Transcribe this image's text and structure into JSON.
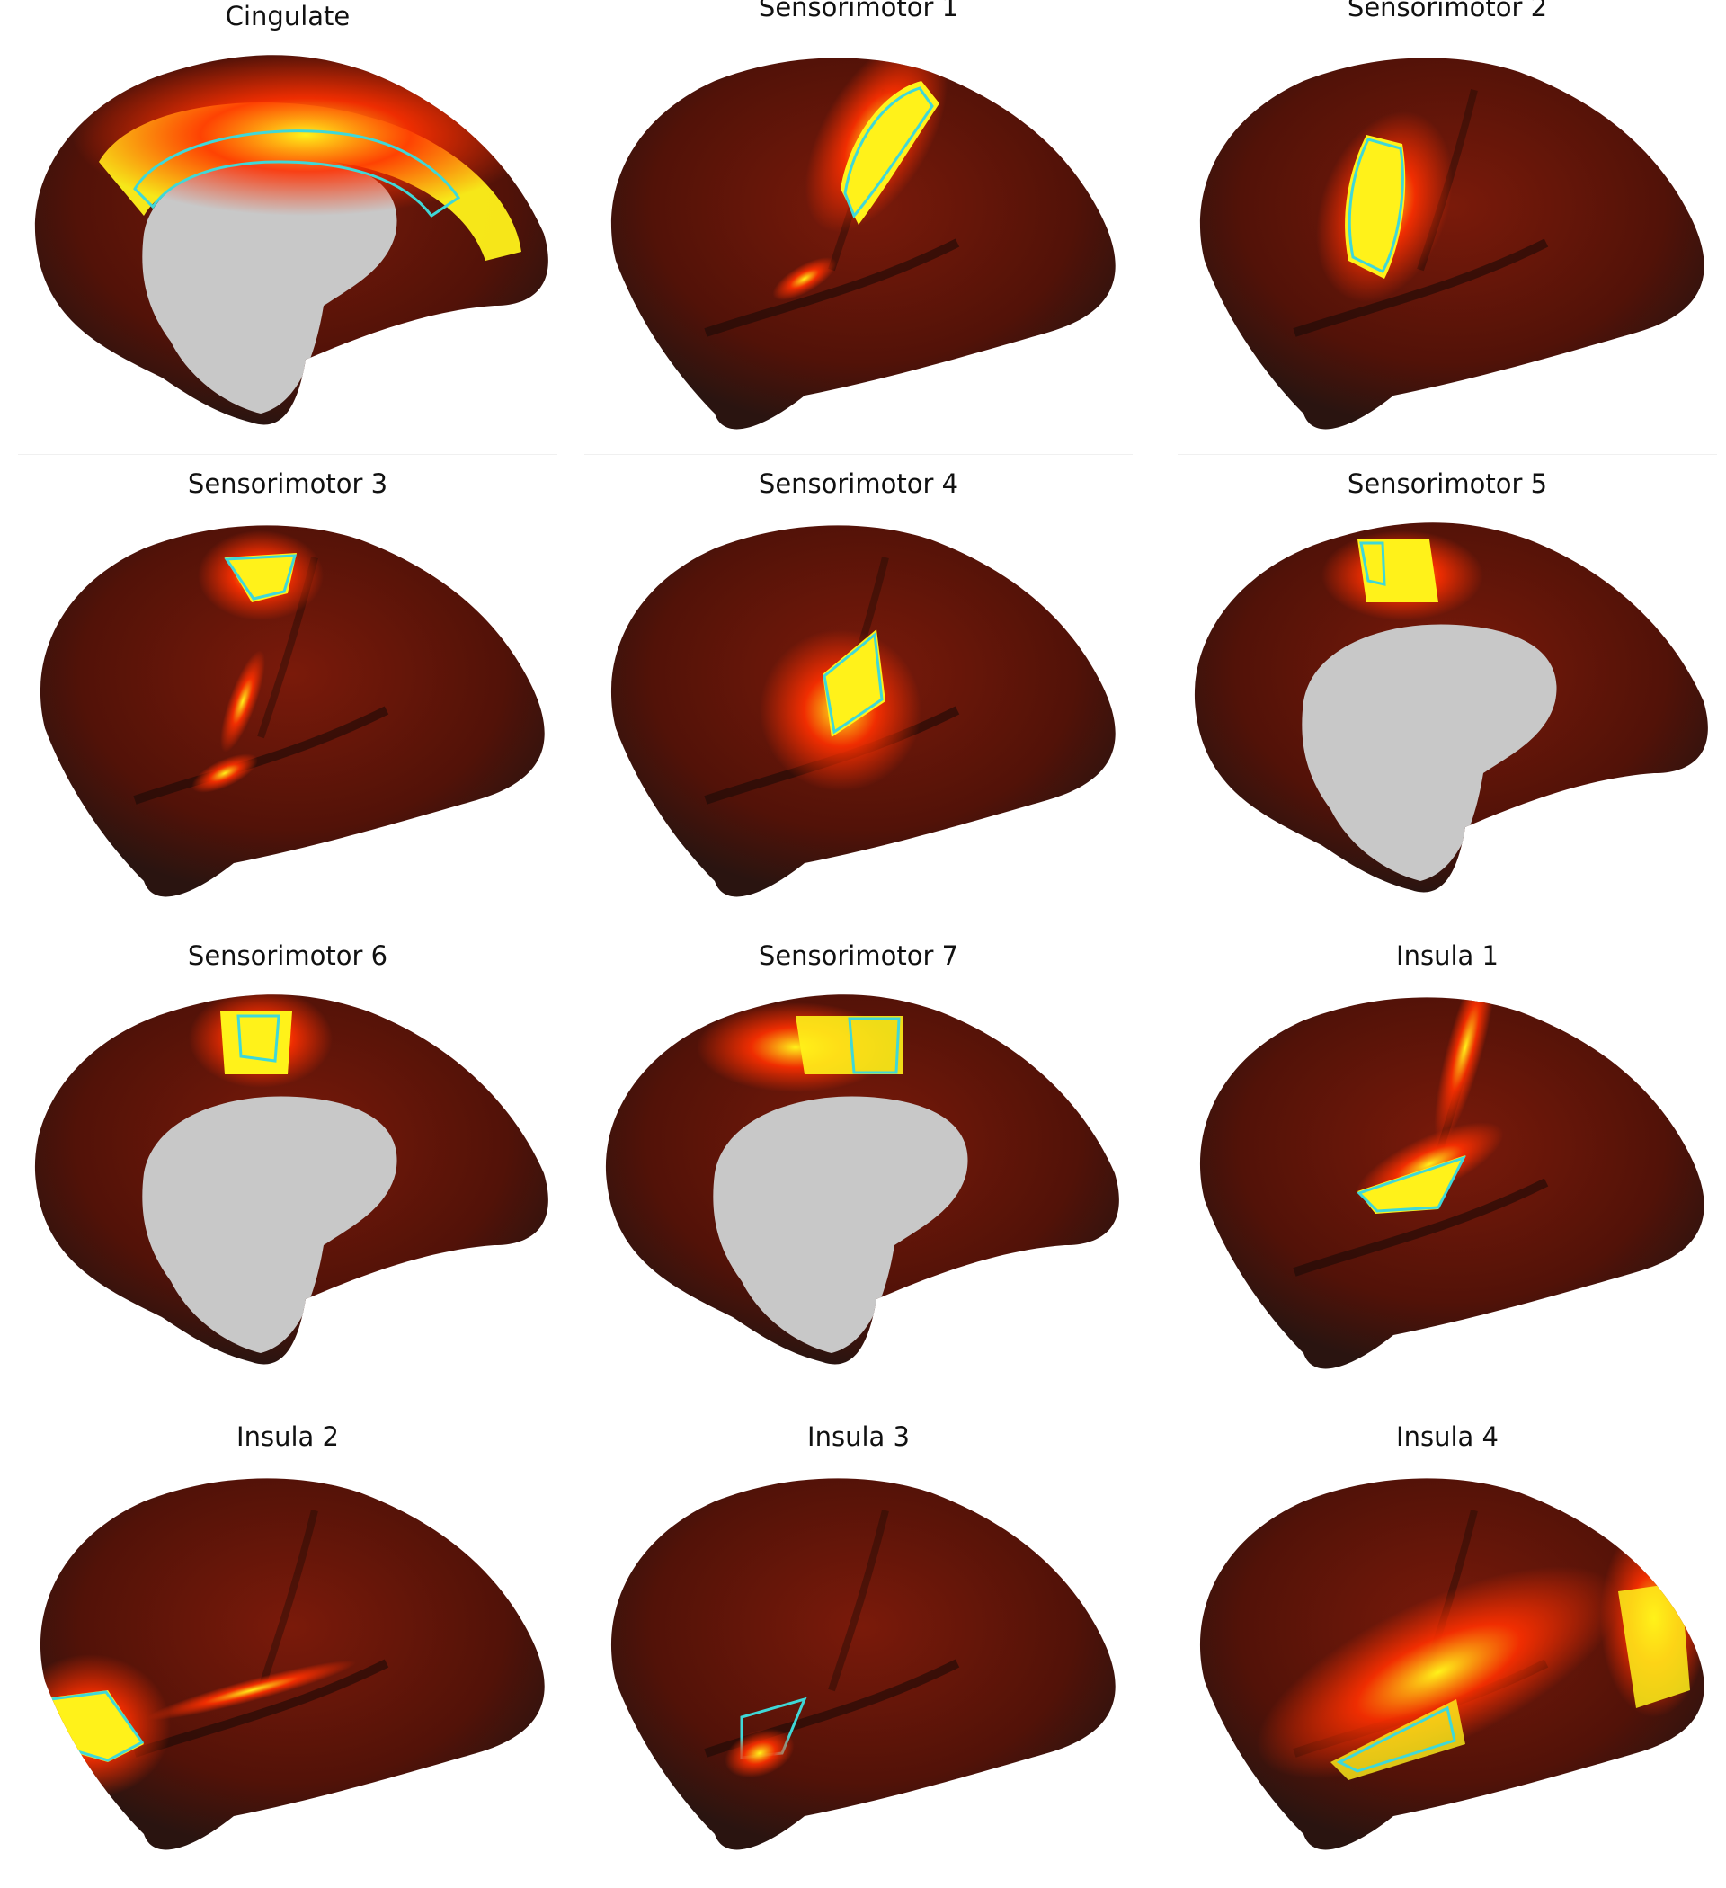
{
  "panels": [
    {
      "title": "Cingulate",
      "view": "medial",
      "blobs": [
        {
          "type": "cingulate"
        }
      ]
    },
    {
      "title": "Sensorimotor 1",
      "view": "lateral",
      "blobs": [
        {
          "type": "motor-top"
        }
      ]
    },
    {
      "title": "Sensorimotor 2",
      "view": "lateral",
      "blobs": [
        {
          "type": "motor-mid"
        }
      ]
    },
    {
      "title": "Sensorimotor 3",
      "view": "lateral",
      "blobs": [
        {
          "type": "motor-apex"
        }
      ]
    },
    {
      "title": "Sensorimotor 4",
      "view": "lateral",
      "blobs": [
        {
          "type": "motor-lower"
        }
      ]
    },
    {
      "title": "Sensorimotor 5",
      "view": "medial",
      "blobs": [
        {
          "type": "paracentral-a"
        }
      ]
    },
    {
      "title": "Sensorimotor 6",
      "view": "medial",
      "blobs": [
        {
          "type": "paracentral-b"
        }
      ]
    },
    {
      "title": "Sensorimotor 7",
      "view": "medial",
      "blobs": [
        {
          "type": "paracentral-c"
        }
      ]
    },
    {
      "title": "Insula 1",
      "view": "lateral",
      "blobs": [
        {
          "type": "insula-post"
        }
      ]
    },
    {
      "title": "Insula 2",
      "view": "lateral",
      "blobs": [
        {
          "type": "insula-ant"
        }
      ]
    },
    {
      "title": "Insula 3",
      "view": "lateral",
      "blobs": [
        {
          "type": "insula-small"
        }
      ]
    },
    {
      "title": "Insula 4",
      "view": "lateral",
      "blobs": [
        {
          "type": "insula-wide"
        }
      ]
    }
  ],
  "colors": {
    "background": "#ffffff",
    "cortex_dark": "#2a1410",
    "cortex_mid": "#7a1a0a",
    "hot": "#ff3000",
    "peak": "#fff21a",
    "medial_wall": "#c8c8c8",
    "outline": "#3fd8d8"
  }
}
